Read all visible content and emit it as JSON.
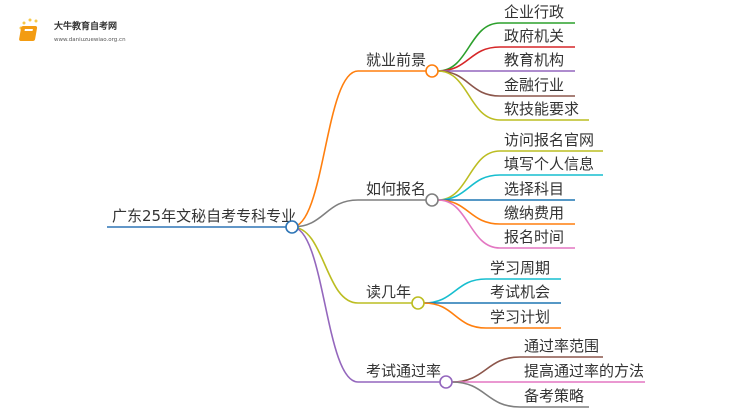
{
  "logo": {
    "title": "大牛教育自考网",
    "url": "www.daniuzuewiao.org.cn"
  },
  "root": {
    "label": "广东25年文秘自考专科专业",
    "color": "#2e75b6"
  },
  "branches": [
    {
      "label": "就业前景",
      "color": "#ff7f0e",
      "children": [
        {
          "label": "企业行政",
          "color": "#2ca02c"
        },
        {
          "label": "政府机关",
          "color": "#d62728"
        },
        {
          "label": "教育机构",
          "color": "#9467bd"
        },
        {
          "label": "金融行业",
          "color": "#8c564b"
        },
        {
          "label": "软技能要求",
          "color": "#bcbd22"
        }
      ]
    },
    {
      "label": "如何报名",
      "color": "#7f7f7f",
      "children": [
        {
          "label": "访问报名官网",
          "color": "#bcbd22"
        },
        {
          "label": "填写个人信息",
          "color": "#17becf"
        },
        {
          "label": "选择科目",
          "color": "#1f77b4"
        },
        {
          "label": "缴纳费用",
          "color": "#ff7f0e"
        },
        {
          "label": "报名时间",
          "color": "#e377c2"
        }
      ]
    },
    {
      "label": "读几年",
      "color": "#bcbd22",
      "children": [
        {
          "label": "学习周期",
          "color": "#17becf"
        },
        {
          "label": "考试机会",
          "color": "#1f77b4"
        },
        {
          "label": "学习计划",
          "color": "#ff7f0e"
        }
      ]
    },
    {
      "label": "考试通过率",
      "color": "#9467bd",
      "children": [
        {
          "label": "通过率范围",
          "color": "#8c564b"
        },
        {
          "label": "提高通过率的方法",
          "color": "#e377c2"
        },
        {
          "label": "备考策略",
          "color": "#7f7f7f"
        }
      ]
    }
  ]
}
